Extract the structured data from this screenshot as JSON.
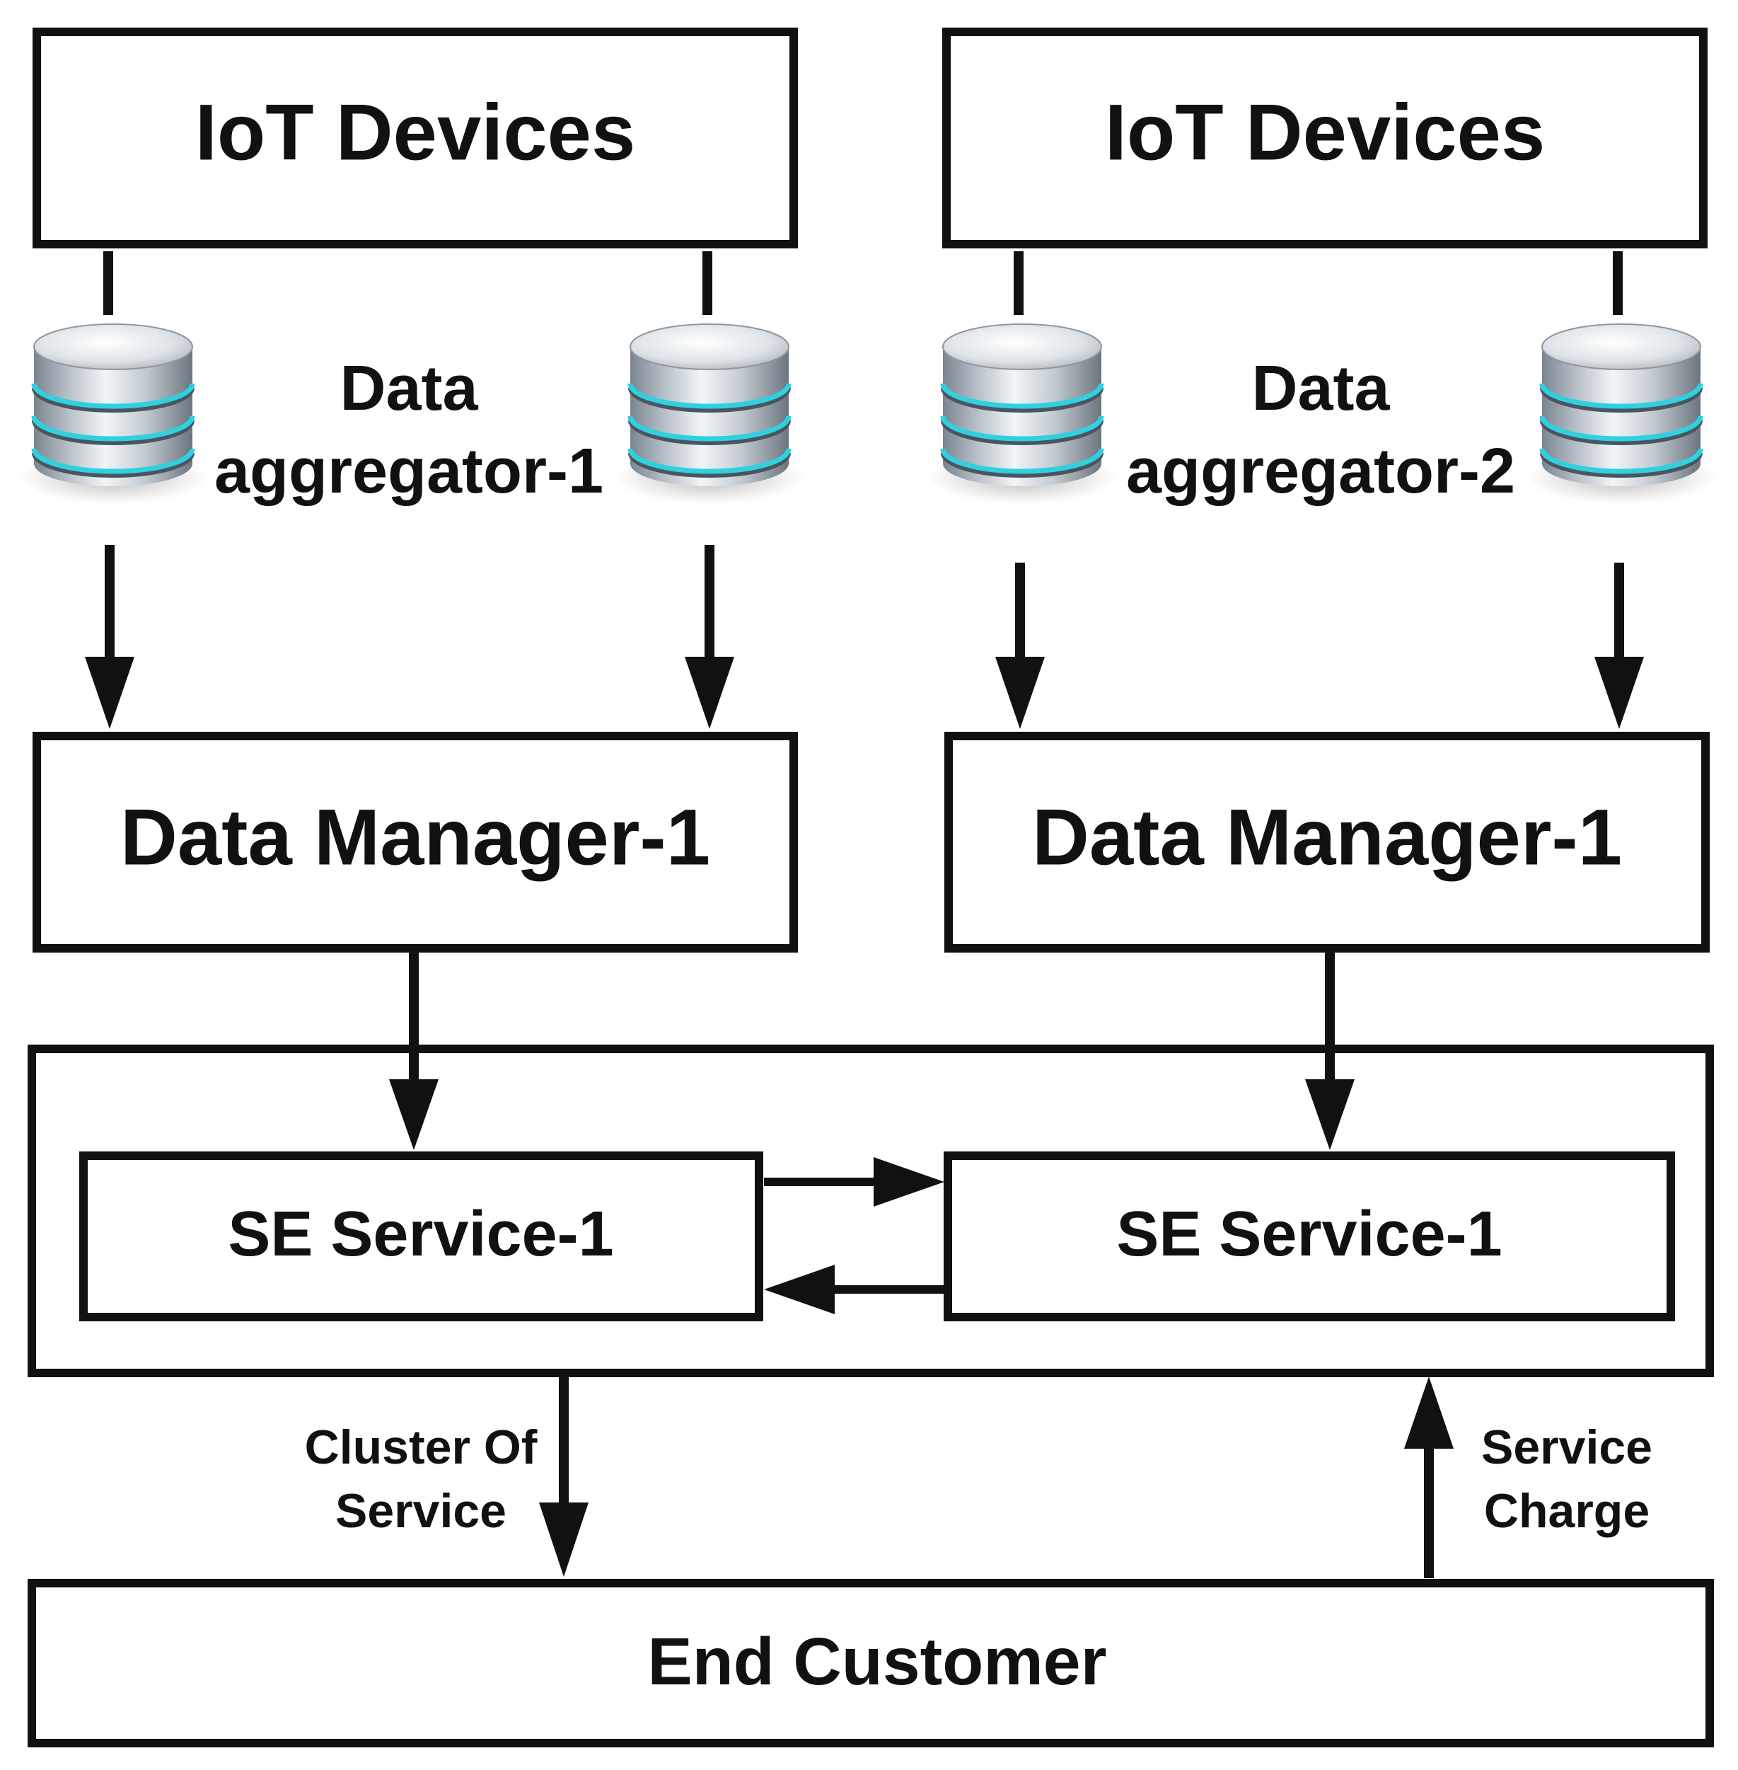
{
  "iot_devices_left": {
    "label": "IoT Devices"
  },
  "iot_devices_right": {
    "label": "IoT Devices"
  },
  "aggregator_left": {
    "line1": "Data",
    "line2": "aggregator-1"
  },
  "aggregator_right": {
    "line1": "Data",
    "line2": "aggregator-2"
  },
  "data_manager_left": {
    "label": "Data Manager-1"
  },
  "data_manager_right": {
    "label": "Data Manager-1"
  },
  "service_left": {
    "label": "SE Service-1"
  },
  "service_right": {
    "label": "SE Service-1"
  },
  "end_customer": {
    "label": "End Customer"
  },
  "edge_cluster": {
    "line1": "Cluster Of",
    "line2": "Service"
  },
  "edge_charge": {
    "line1": "Service",
    "line2": "Charge"
  },
  "colors": {
    "stroke": "#111111",
    "background": "#ffffff",
    "db_ring": "#2fd0e0",
    "db_body": "#a9b3bd"
  },
  "icons": {
    "database": "database-icon"
  }
}
